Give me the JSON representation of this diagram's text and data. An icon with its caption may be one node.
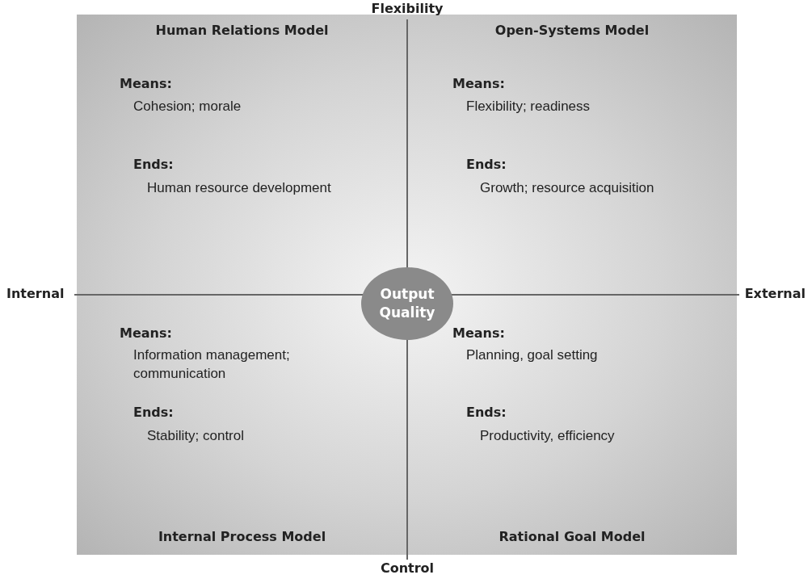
{
  "diagram": {
    "nodes": [
      {
        "text": [
          "Human Relations Model",
          "Means:",
          "Cohesion; morale",
          "Ends:",
          "Human resource development"
        ]
      },
      {
        "text": [
          "Open-Systems Model",
          "Means:",
          "Flexibility; readiness",
          "Ends:",
          "Growth; resource acquisition"
        ]
      },
      {
        "text": [
          "Internal Process Model",
          "Means:",
          "Information management; communication",
          "Ends:",
          "Stability; control"
        ]
      },
      {
        "text": [
          "Rational Goal Model",
          "Means:",
          "Planning, goal setting",
          "Ends:",
          "Productivity, efficiency"
        ]
      },
      {
        "text": [
          "Output Quality"
        ]
      }
    ],
    "edges": [],
    "labels": [
      "Flexibility",
      "Internal",
      "External",
      "Control"
    ]
  }
}
